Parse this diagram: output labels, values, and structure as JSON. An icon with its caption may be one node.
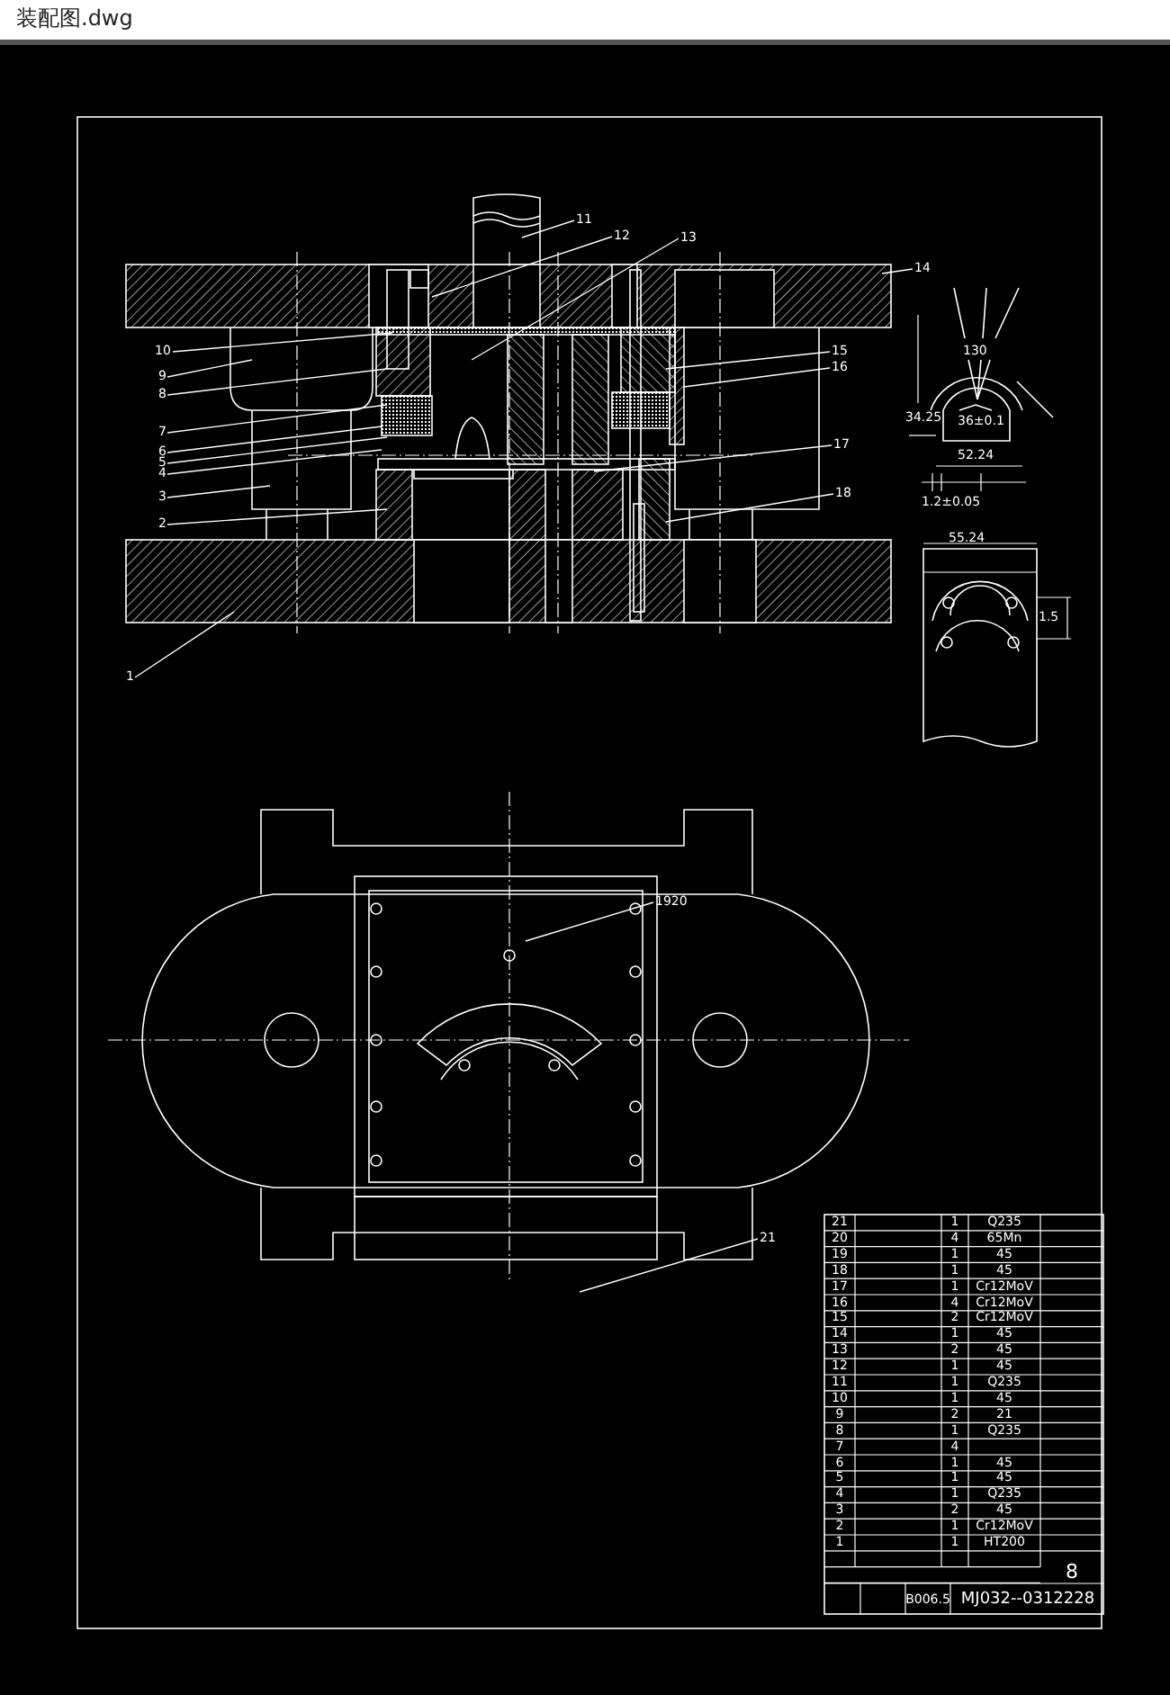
{
  "diagram": {
    "title": "装配图.dwg",
    "nodes": [
      {
        "text": [
          "11"
        ]
      },
      {
        "text": [
          "12"
        ]
      },
      {
        "text": [
          "13"
        ]
      },
      {
        "text": [
          "14"
        ]
      },
      {
        "text": [
          "10"
        ]
      },
      {
        "text": [
          "9"
        ]
      },
      {
        "text": [
          "8"
        ]
      },
      {
        "text": [
          "15"
        ]
      },
      {
        "text": [
          "16"
        ]
      },
      {
        "text": [
          "7"
        ]
      },
      {
        "text": [
          "6"
        ]
      },
      {
        "text": [
          "5"
        ]
      },
      {
        "text": [
          "4"
        ]
      },
      {
        "text": [
          "17"
        ]
      },
      {
        "text": [
          "3"
        ]
      },
      {
        "text": [
          "18"
        ]
      },
      {
        "text": [
          "2"
        ]
      },
      {
        "text": [
          "1"
        ]
      },
      {
        "text": [
          "1920"
        ]
      },
      {
        "text": [
          "21"
        ]
      }
    ],
    "edges": [
      {
        "from": 0,
        "to": null,
        "arrow": "none"
      },
      {
        "from": 1,
        "to": null,
        "arrow": "none"
      },
      {
        "from": 2,
        "to": null,
        "arrow": "none"
      },
      {
        "from": 3,
        "to": null,
        "arrow": "none"
      },
      {
        "from": 4,
        "to": null,
        "arrow": "none"
      },
      {
        "from": 5,
        "to": null,
        "arrow": "none"
      },
      {
        "from": 6,
        "to": null,
        "arrow": "none"
      },
      {
        "from": 7,
        "to": null,
        "arrow": "none"
      },
      {
        "from": 8,
        "to": null,
        "arrow": "none"
      },
      {
        "from": 9,
        "to": null,
        "arrow": "none"
      },
      {
        "from": 10,
        "to": null,
        "arrow": "none"
      },
      {
        "from": 11,
        "to": null,
        "arrow": "none"
      },
      {
        "from": 12,
        "to": null,
        "arrow": "none"
      },
      {
        "from": 13,
        "to": null,
        "arrow": "none"
      },
      {
        "from": 14,
        "to": null,
        "arrow": "none"
      },
      {
        "from": 15,
        "to": null,
        "arrow": "none"
      },
      {
        "from": 16,
        "to": null,
        "arrow": "none"
      },
      {
        "from": 17,
        "to": null,
        "arrow": "none"
      },
      {
        "from": 18,
        "to": null,
        "arrow": "none"
      },
      {
        "from": 19,
        "to": null,
        "arrow": "none"
      }
    ],
    "labels": [
      "130",
      "34.25",
      "36±0.1",
      "52.24",
      "1.2±0.05",
      "55.24",
      "1.5",
      "21",
      "1",
      "Q235",
      "20",
      "4",
      "65Mn",
      "19",
      "1",
      "45",
      "18",
      "1",
      "45",
      "17",
      "1",
      "Cr12MoV",
      "16",
      "4",
      "Cr12MoV",
      "15",
      "2",
      "Cr12MoV",
      "14",
      "1",
      "45",
      "13",
      "2",
      "45",
      "12",
      "1",
      "45",
      "11",
      "1",
      "Q235",
      "10",
      "1",
      "45",
      "9",
      "2",
      "21",
      "8",
      "1",
      "Q235",
      "7",
      "4",
      "6",
      "1",
      "45",
      "5",
      "1",
      "45",
      "4",
      "1",
      "Q235",
      "3",
      "2",
      "45",
      "2",
      "1",
      "Cr12MoV",
      "1",
      "1",
      "HT200",
      "8",
      "B006.5",
      "MJ032--0312228"
    ]
  }
}
